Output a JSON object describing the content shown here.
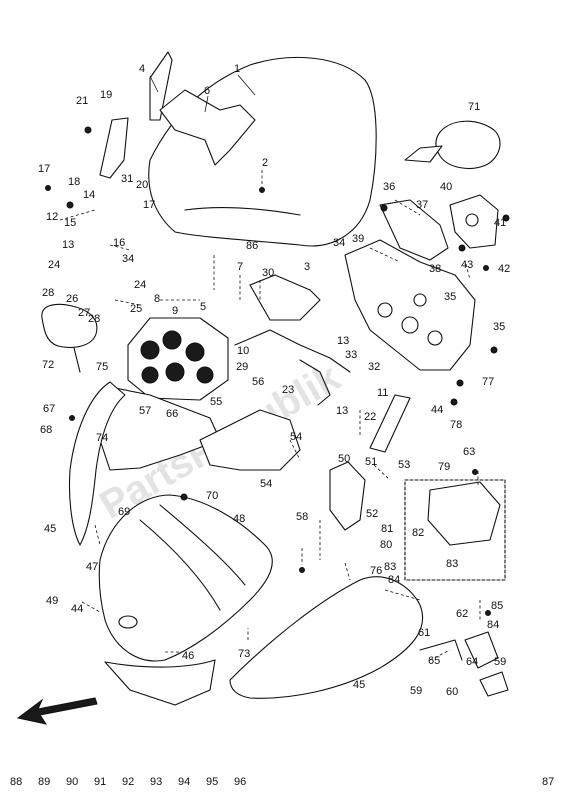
{
  "watermark": "PartsRepublik",
  "callouts": [
    "1",
    "2",
    "3",
    "4",
    "5",
    "6",
    "7",
    "8",
    "9",
    "10",
    "11",
    "12",
    "13",
    "13",
    "13",
    "14",
    "15",
    "16",
    "17",
    "17",
    "18",
    "19",
    "20",
    "21",
    "22",
    "23",
    "24",
    "24",
    "25",
    "26",
    "27",
    "28",
    "28",
    "29",
    "30",
    "31",
    "32",
    "33",
    "34",
    "34",
    "35",
    "35",
    "36",
    "37",
    "38",
    "39",
    "40",
    "41",
    "42",
    "43",
    "44",
    "44",
    "45",
    "45",
    "46",
    "47",
    "48",
    "49",
    "50",
    "51",
    "52",
    "53",
    "54",
    "54",
    "55",
    "56",
    "57",
    "58",
    "59",
    "59",
    "60",
    "61",
    "62",
    "63",
    "64",
    "65",
    "66",
    "67",
    "68",
    "69",
    "70",
    "71",
    "72",
    "73",
    "74",
    "75",
    "76",
    "77",
    "78",
    "79",
    "80",
    "81",
    "82",
    "83",
    "83",
    "84",
    "84",
    "85",
    "86",
    "87",
    "88",
    "89",
    "90",
    "91",
    "92",
    "93",
    "94",
    "95",
    "96"
  ],
  "direction_arrow": "front-direction-arrow"
}
